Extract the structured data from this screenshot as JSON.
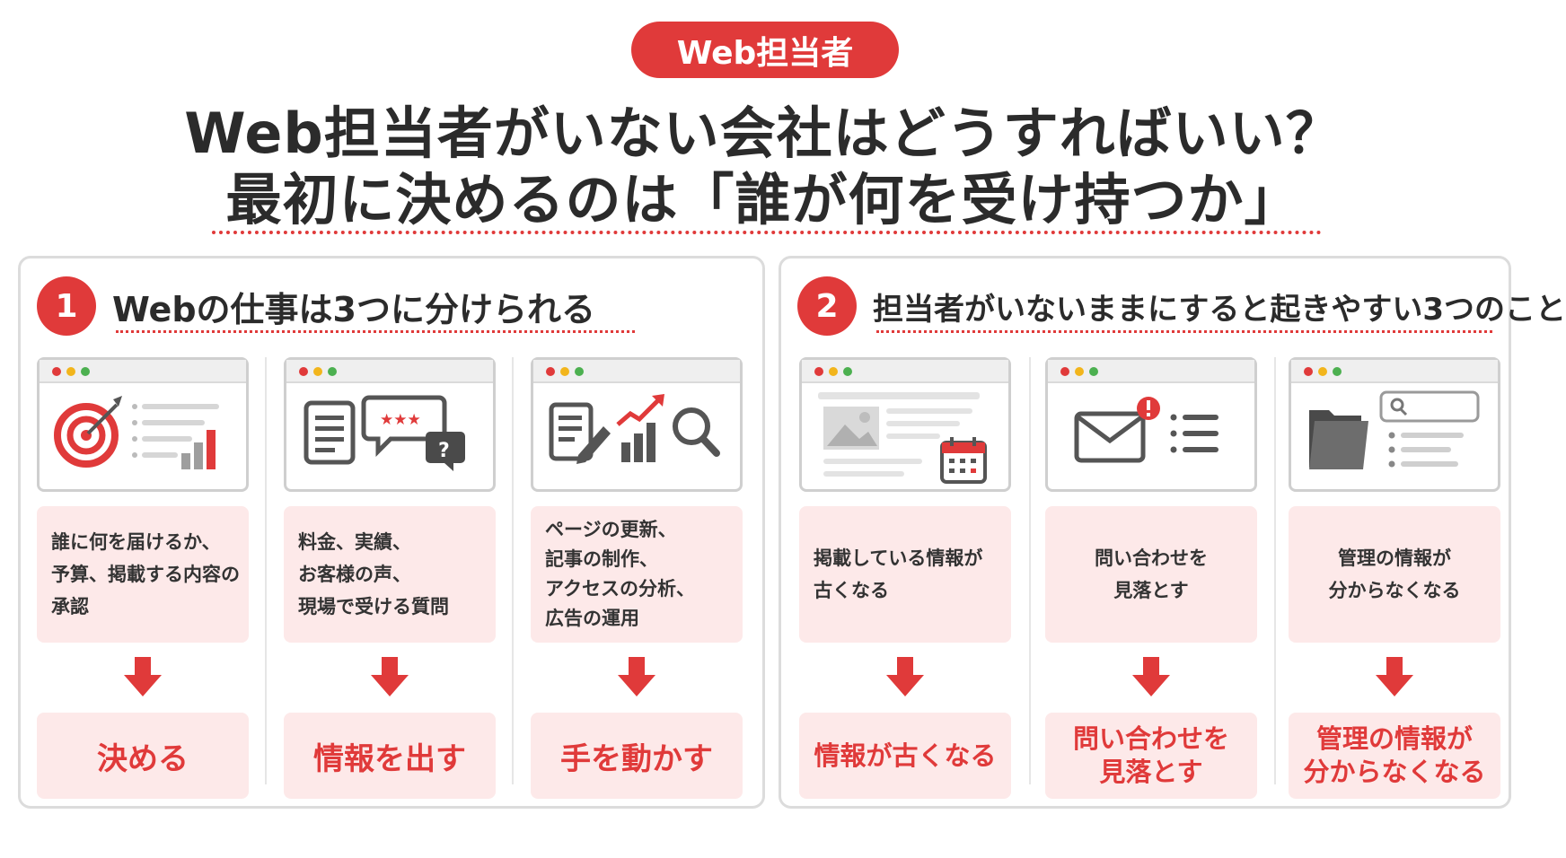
{
  "badge": "Web担当者",
  "title": {
    "line1": "Web担当者がいない会社はどうすればいい？",
    "line2": "最初に決めるのは「誰が何を受け持つか」"
  },
  "colors": {
    "accent": "#e03a3a",
    "card_bg": "#fde9e9",
    "text": "#2b2b2b"
  },
  "sections": [
    {
      "number": "1",
      "title": "Webの仕事は3つに分けられる",
      "columns": [
        {
          "icon": "target-chart-icon",
          "desc": [
            "誰に何を届けるか、",
            "予算、掲載する内容の",
            "承認"
          ],
          "result": [
            "決める"
          ]
        },
        {
          "icon": "document-review-chat-icon",
          "desc": [
            "料金、実績、",
            "お客様の声、",
            "現場で受ける質問"
          ],
          "result": [
            "情報を出す"
          ]
        },
        {
          "icon": "edit-growth-search-icon",
          "desc": [
            "ページの更新、",
            "記事の制作、",
            "アクセスの分析、",
            "広告の運用"
          ],
          "result": [
            "手を動かす"
          ]
        }
      ]
    },
    {
      "number": "2",
      "title": "担当者がいないままにすると起きやすい3つのこと",
      "columns": [
        {
          "icon": "webpage-calendar-icon",
          "desc": [
            "掲載している情報が",
            "古くなる"
          ],
          "result": [
            "情報が古くなる"
          ]
        },
        {
          "icon": "mail-alert-icon",
          "desc": [
            "問い合わせを",
            "見落とす"
          ],
          "result": [
            "問い合わせを",
            "見落とす"
          ]
        },
        {
          "icon": "folder-search-icon",
          "desc": [
            "管理の情報が",
            "分からなくなる"
          ],
          "result": [
            "管理の情報が",
            "分からなくなる"
          ]
        }
      ]
    }
  ]
}
